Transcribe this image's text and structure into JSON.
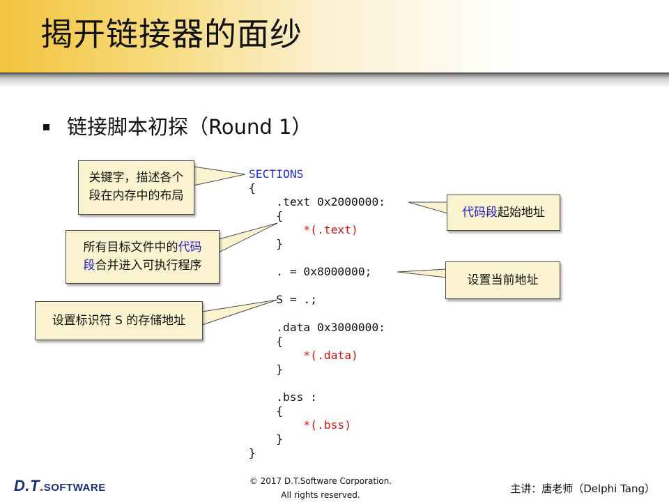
{
  "slide": {
    "title": "揭开链接器的面纱",
    "bullet": "链接脚本初探（Round 1）"
  },
  "code": {
    "line1": "SECTIONS",
    "line2": "{",
    "line3": "    .text 0x2000000:",
    "line4": "    {",
    "line5_indent": "        ",
    "line5": "*(.text)",
    "line6": "    }",
    "line8": "    . = 0x8000000;",
    "line10": "    S = .;",
    "line12": "    .data 0x3000000:",
    "line13": "    {",
    "line14_indent": "        ",
    "line14": "*(.data)",
    "line15": "    }",
    "line17": "    .bss :",
    "line18": "    {",
    "line19_indent": "        ",
    "line19": "*(.bss)",
    "line20": "    }",
    "line21": "}"
  },
  "callouts": {
    "keyword_line1": "关键字，描述各个",
    "keyword_line2": "段在内存中的布局",
    "merge_line1_a": "所有目标文件中的",
    "merge_line1_b": "代码",
    "merge_line2_a": "段",
    "merge_line2_b": "合并进入可执行程序",
    "symbol": "设置标识符 S 的存储地址",
    "codeseg_a": "代码段",
    "codeseg_b": "起始地址",
    "current": "设置当前地址"
  },
  "footer": {
    "logo_dt": "D.T",
    "logo_dot": ".",
    "logo_soft": "SOFTWARE",
    "copyright_line1": "© 2017 D.T.Software Corporation.",
    "copyright_line2": "All rights reserved.",
    "lecturer": "主讲：唐老师（Delphi Tang）"
  },
  "colors": {
    "title_gradient": "#f2c43d",
    "callout_bg": "#fbf3cf",
    "keyword": "#1f2bd6",
    "red_code": "#d01010",
    "blue_text": "#2222cc"
  }
}
